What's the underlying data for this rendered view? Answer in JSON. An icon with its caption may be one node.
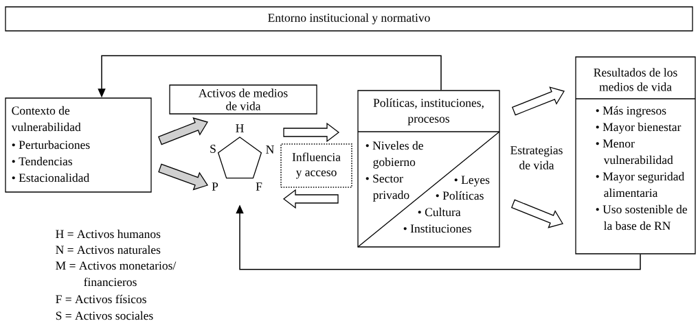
{
  "diagram": {
    "nodes": [
      {
        "text": [
          "Entorno institucional y normativo"
        ]
      },
      {
        "text": [
          "Contexto de vulnerabilidad",
          "• Perturbaciones",
          "• Tendencias",
          "• Estacionalidad"
        ]
      },
      {
        "text": [
          "Activos de medios de vida"
        ]
      },
      {
        "text": [],
        "shape": "pentagon",
        "beside": [
          "H",
          "S",
          "N",
          "P",
          "F"
        ]
      },
      {
        "text": [
          "Influencia y acceso"
        ]
      },
      {
        "text": [
          "Políticas, instituciones, procesos",
          "• Niveles de gobierno",
          "• Sector privado",
          "• Leyes",
          "• Políticas",
          "• Cultura",
          "• Instituciones"
        ]
      },
      {
        "text": [
          "Estrategias de vida"
        ]
      },
      {
        "text": [
          "Resultados de los medios de vida",
          "• Más ingresos",
          "• Mayor bienestar",
          "• Menor vulnerabilidad",
          "• Mayor seguridad alimentaria",
          "• Uso sostenible de la base de RN"
        ]
      }
    ],
    "edges": [
      {
        "from": 5,
        "to": 1,
        "arrow": "to"
      },
      {
        "from": 7,
        "to": 3,
        "arrow": "to"
      },
      {
        "from": 1,
        "to": 3,
        "arrow": "to",
        "style": "thick",
        "color": "#d0d0d0"
      },
      {
        "from": 1,
        "to": 3,
        "arrow": "to",
        "style": "thick",
        "color": "#d0d0d0"
      },
      {
        "from": 3,
        "to": 5,
        "arrow": "to",
        "style": "thick"
      },
      {
        "from": 5,
        "to": 3,
        "arrow": "to",
        "style": "thick"
      },
      {
        "from": 6,
        "to": 7,
        "arrow": "to",
        "style": "thick"
      },
      {
        "from": 6,
        "to": 7,
        "arrow": "to",
        "style": "thick"
      }
    ],
    "labels": [
      "H = Activos humanos",
      "N = Activos naturales",
      "M = Activos monetarios/ financieros",
      "F = Activos físicos",
      "S = Activos sociales"
    ]
  }
}
